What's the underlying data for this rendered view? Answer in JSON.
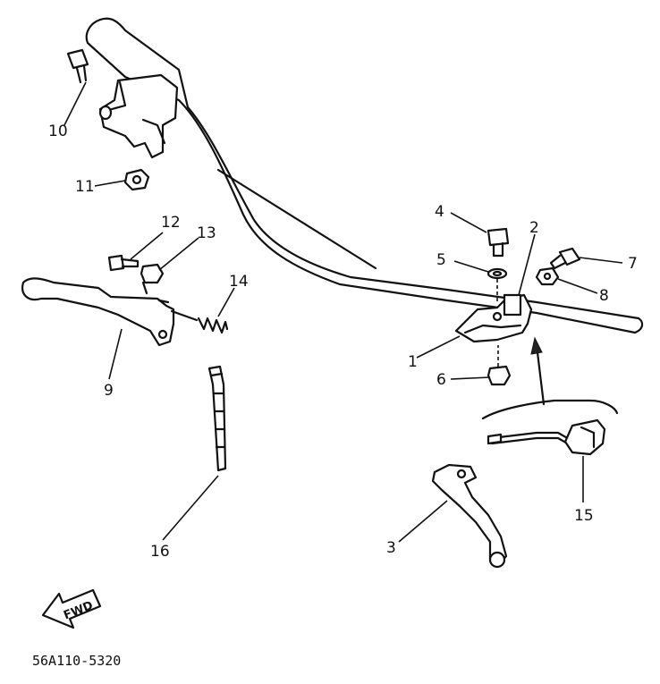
{
  "diagram": {
    "callouts": [
      {
        "id": "c1",
        "label": "1"
      },
      {
        "id": "c2",
        "label": "2"
      },
      {
        "id": "c3",
        "label": "3"
      },
      {
        "id": "c4",
        "label": "4"
      },
      {
        "id": "c5",
        "label": "5"
      },
      {
        "id": "c6",
        "label": "6"
      },
      {
        "id": "c7",
        "label": "7"
      },
      {
        "id": "c8",
        "label": "8"
      },
      {
        "id": "c9",
        "label": "9"
      },
      {
        "id": "c10",
        "label": "10"
      },
      {
        "id": "c11",
        "label": "11"
      },
      {
        "id": "c12",
        "label": "12"
      },
      {
        "id": "c13",
        "label": "13"
      },
      {
        "id": "c14",
        "label": "14"
      },
      {
        "id": "c15",
        "label": "15"
      },
      {
        "id": "c16",
        "label": "16"
      }
    ],
    "fwd_label": "FWD",
    "figure_code": "56A110-5320"
  }
}
